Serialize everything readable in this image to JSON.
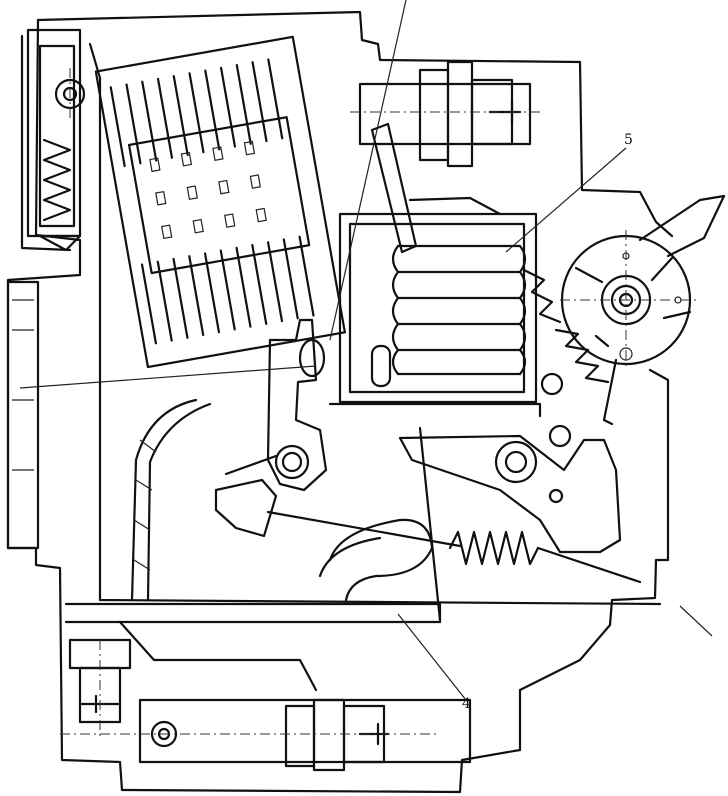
{
  "figure": {
    "callouts": [
      {
        "id": "callout-5",
        "text": "5"
      },
      {
        "id": "callout-4",
        "text": "4"
      }
    ],
    "ink_color": "#111111",
    "paper_color": "#ffffff"
  }
}
